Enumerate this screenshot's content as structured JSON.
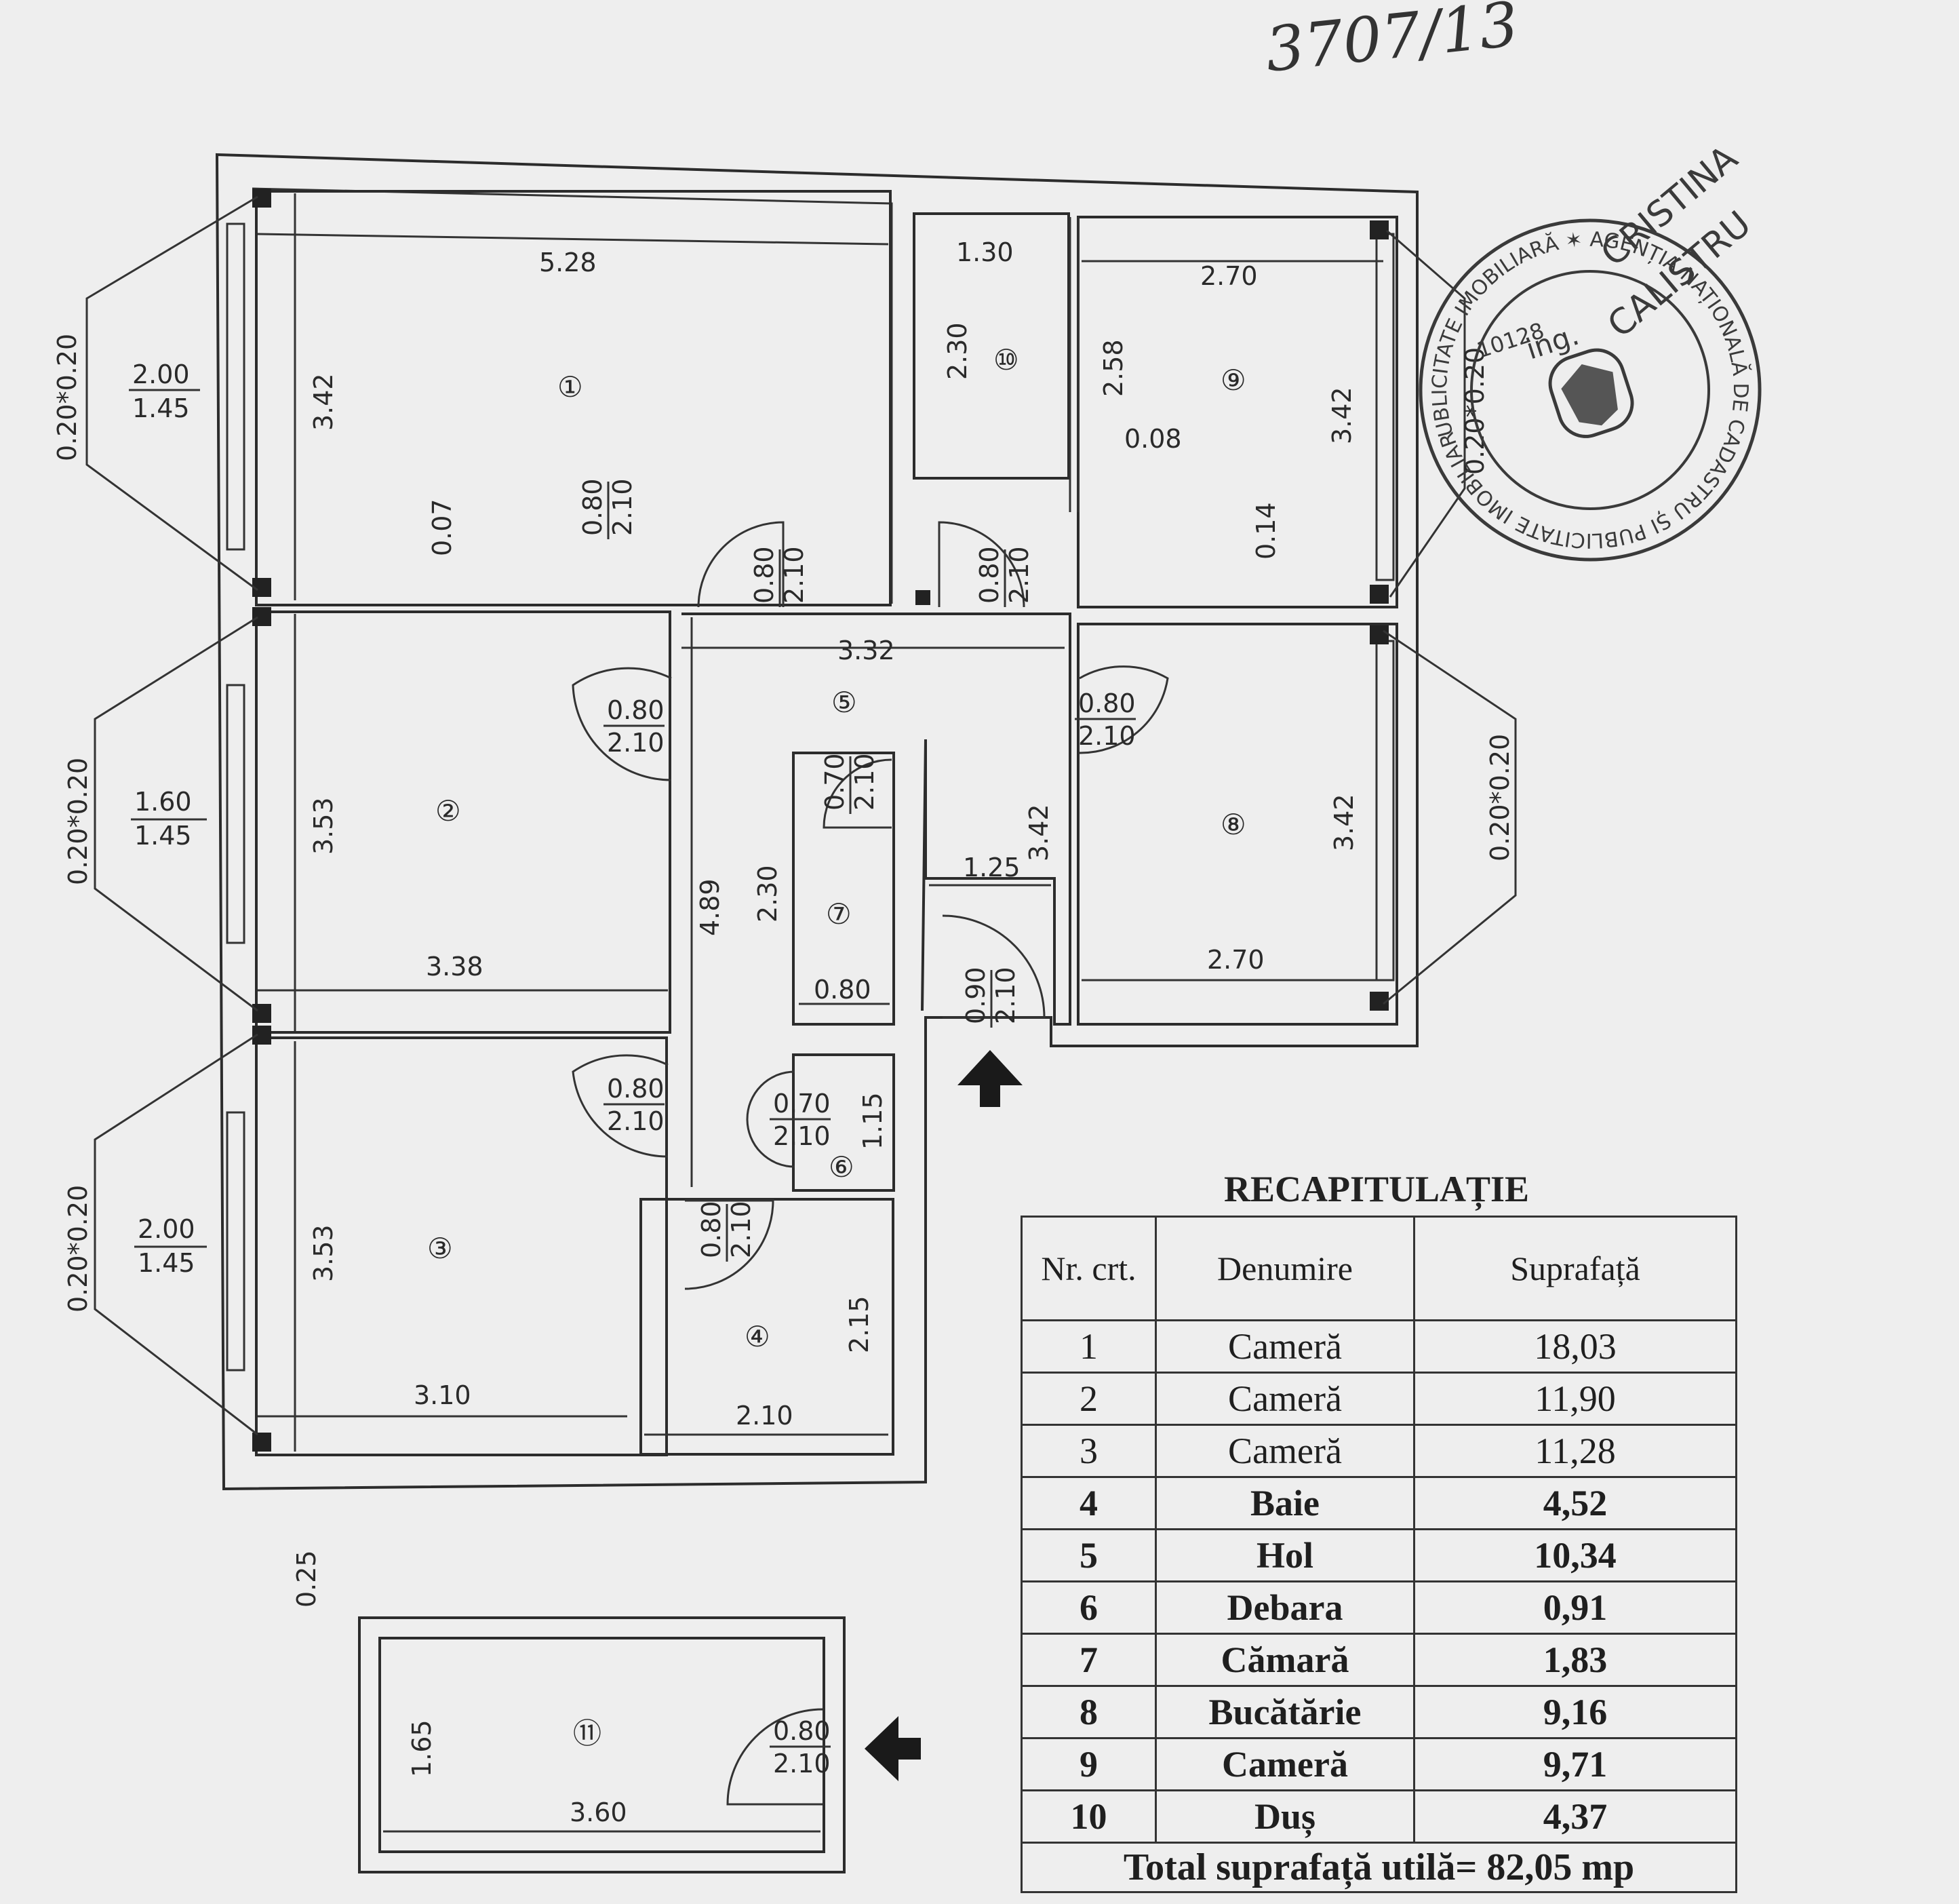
{
  "handwritten_ref": "3707/13",
  "rooms": [
    {
      "id": "1",
      "label": "①"
    },
    {
      "id": "2",
      "label": "②"
    },
    {
      "id": "3",
      "label": "③"
    },
    {
      "id": "4",
      "label": "④"
    },
    {
      "id": "5",
      "label": "⑤"
    },
    {
      "id": "6",
      "label": "⑥"
    },
    {
      "id": "7",
      "label": "⑦"
    },
    {
      "id": "8",
      "label": "⑧"
    },
    {
      "id": "9",
      "label": "⑨"
    },
    {
      "id": "10",
      "label": "⑩"
    },
    {
      "id": "11",
      "label": "⑪"
    }
  ],
  "dimensions": {
    "r1_width": "5.28",
    "r1_height": "3.42",
    "r1_wall": "0.07",
    "r10_width": "1.30",
    "r10_height": "2.30",
    "r9_width": "2.70",
    "r9_height": "2.58",
    "r9_right": "3.42",
    "r9_gap": "0.08",
    "r9_wall": "0.14",
    "r2_height": "3.53",
    "r2_width": "3.38",
    "r5_width": "3.32",
    "r5_height": "4.89",
    "r5_right": "3.42",
    "r5_inner": "1.25",
    "r7_height": "2.30",
    "r7_width": "0.80",
    "r8_height": "3.42",
    "r8_width": "2.70",
    "r3_height": "3.53",
    "r3_width": "3.10",
    "r4_height": "2.15",
    "r4_width": "2.10",
    "r6_height": "1.15",
    "r11_height": "1.65",
    "r11_width": "3.60",
    "offset": "0.25"
  },
  "windows": {
    "w1": {
      "top": "2.00",
      "bottom": "1.45",
      "pillar": "0.20*0.20"
    },
    "w2": {
      "top": "1.60",
      "bottom": "1.45",
      "pillar": "0.20*0.20"
    },
    "w3": {
      "top": "2.00",
      "bottom": "1.45",
      "pillar": "0.20*0.20"
    },
    "w8": {
      "pillar": "0.20*0.20"
    },
    "w9": {
      "pillar": "0.20*0.20"
    }
  },
  "doors": {
    "d080_top": "0.80",
    "d080_bottom": "2.10",
    "d070_top": "0.70",
    "d070_bottom": "2.10",
    "d090_top": "0.90",
    "d090_bottom": "2.10"
  },
  "stamp": {
    "ring_text": "UBLICITATE IMOBILIARĂ ✶ AGENȚIA NAȚIONALĂ DE CADASTRU ȘI PUBLICITATE IMOBILIARĂ ✶ OFICIUL DE CADASTRU ȘI PU",
    "name": "CRISTINA",
    "surname": "CALISTRU",
    "title": "ing.",
    "code": "10128",
    "color": "#3a3a3a"
  },
  "recap": {
    "title": "RECAPITULAȚIE",
    "headers": {
      "nr": "Nr. crt.",
      "name": "Denumire",
      "area": "Suprafață"
    },
    "rows": [
      {
        "nr": "1",
        "name": "Cameră",
        "area": "18,03"
      },
      {
        "nr": "2",
        "name": "Cameră",
        "area": "11,90"
      },
      {
        "nr": "3",
        "name": "Cameră",
        "area": "11,28"
      },
      {
        "nr": "4",
        "name": "Baie",
        "area": "4,52"
      },
      {
        "nr": "5",
        "name": "Hol",
        "area": "10,34"
      },
      {
        "nr": "6",
        "name": "Debara",
        "area": "0,91"
      },
      {
        "nr": "7",
        "name": "Cămară",
        "area": "1,83"
      },
      {
        "nr": "8",
        "name": "Bucătărie",
        "area": "9,16"
      },
      {
        "nr": "9",
        "name": "Cameră",
        "area": "9,71"
      },
      {
        "nr": "10",
        "name": "Duș",
        "area": "4,37"
      }
    ],
    "total": "Total suprafață utilă= 82,05 mp"
  }
}
